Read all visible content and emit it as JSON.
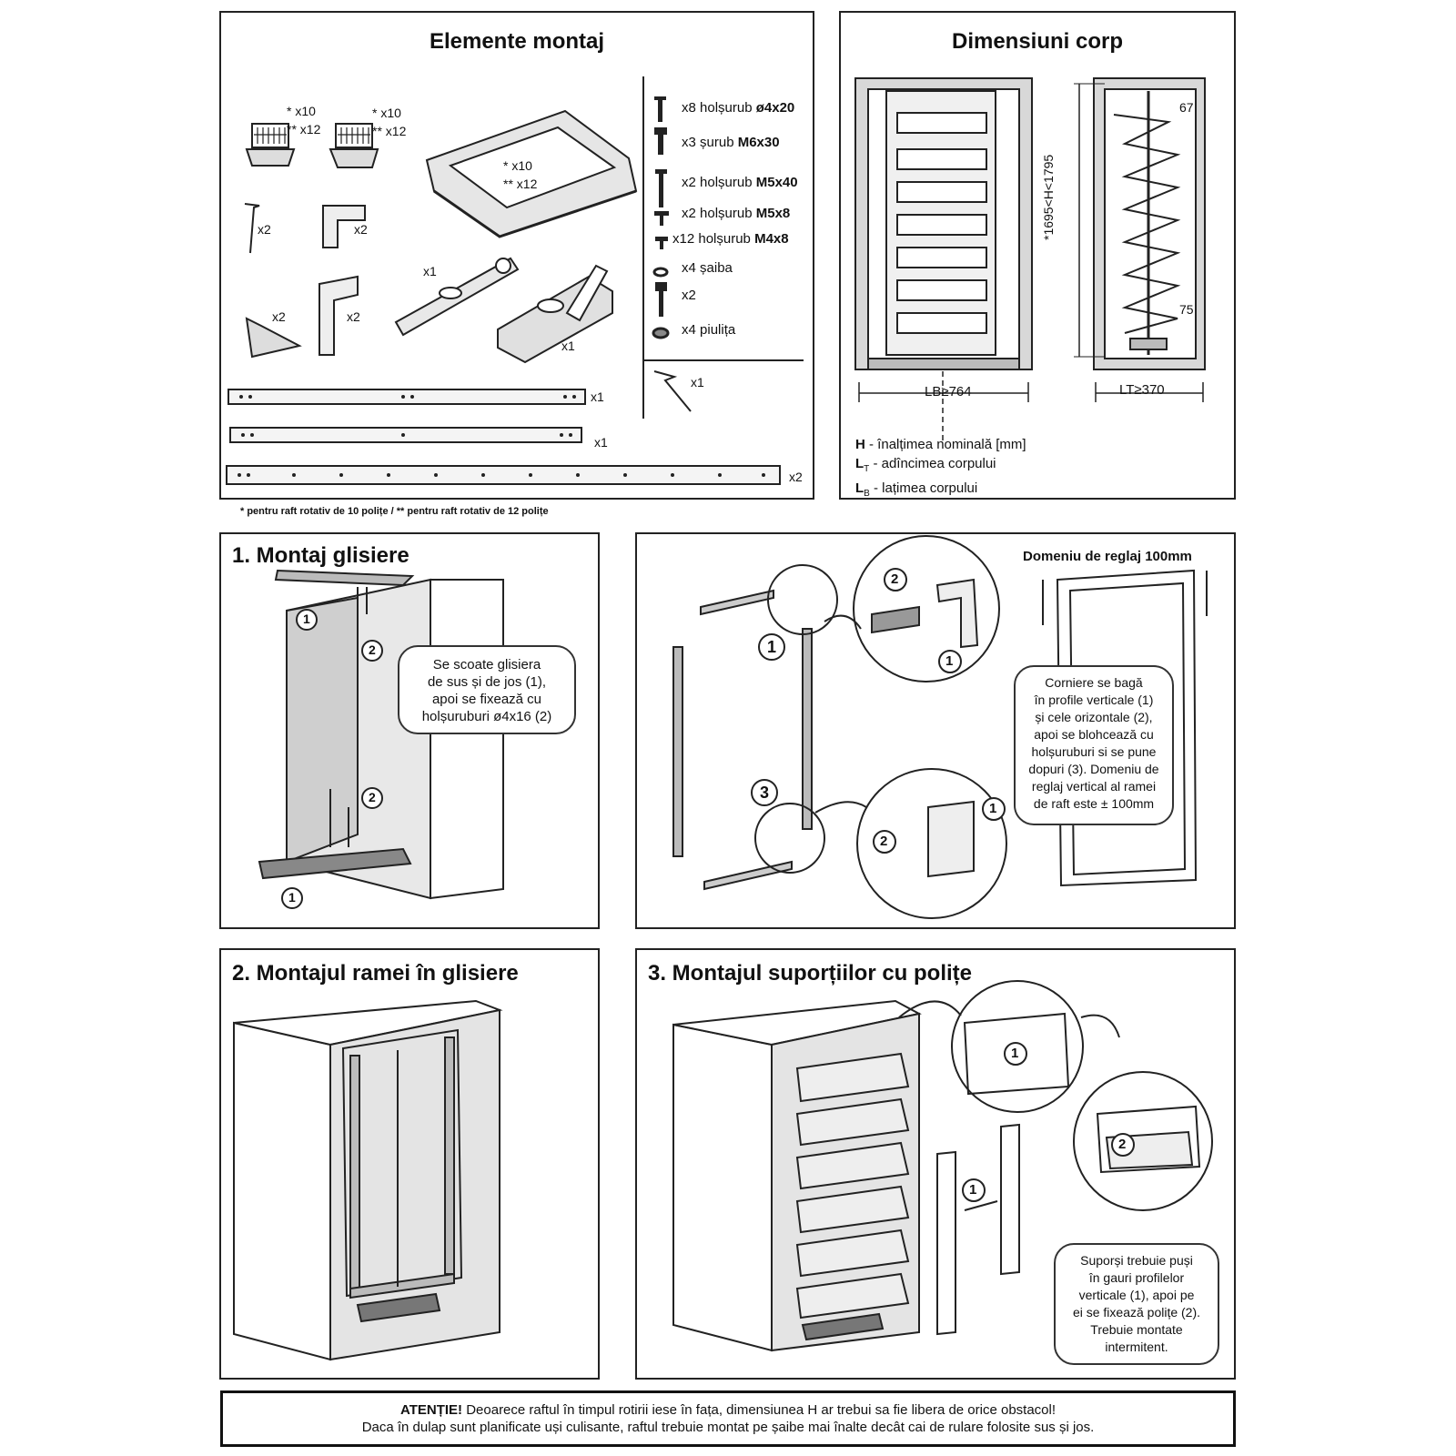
{
  "parts": {
    "title": "Elemente montaj",
    "qty_note_a": "* x10",
    "qty_note_b": "** x12",
    "x1": "x1",
    "x2": "x2",
    "hardware": [
      {
        "icon": "screw-icon",
        "qty": "x8",
        "text": "holșurub",
        "spec": "ø4x20"
      },
      {
        "icon": "screw-icon",
        "qty": "x3",
        "text": "șurub",
        "spec": "M6x30"
      },
      {
        "icon": "screw-icon",
        "qty": "x2",
        "text": "holșurub",
        "spec": "M5x40"
      },
      {
        "icon": "screw-icon",
        "qty": "x2",
        "text": "holșurub",
        "spec": "M5x8"
      },
      {
        "icon": "screw-icon",
        "qty": "x12",
        "text": "holșurub",
        "spec": "M4x8"
      },
      {
        "icon": "washer-icon",
        "qty": "x4",
        "text": "șaiba",
        "spec": ""
      },
      {
        "icon": "pin-icon",
        "qty": "x2",
        "text": "",
        "spec": ""
      },
      {
        "icon": "nut-icon",
        "qty": "x4",
        "text": "piulița",
        "spec": ""
      }
    ],
    "footnote": "* pentru raft rotativ de 10 polițe / ** pentru raft rotativ de 12 polițe"
  },
  "dimensions": {
    "title": "Dimensiuni corp",
    "dim_67": "67",
    "dim_75": "75",
    "height_range": "*1695<H<1795",
    "lb_label": "LB≥764",
    "lt_label": "LT≥370",
    "legend": [
      {
        "sym": "H",
        "sub": "",
        "desc": "- înalțimea nominală [mm]"
      },
      {
        "sym": "L",
        "sub": "T",
        "desc": "- adîncimea corpului"
      },
      {
        "sym": "L",
        "sub": "B",
        "desc": "- lațimea corpului"
      }
    ]
  },
  "step1": {
    "title": "1. Montaj glisiere",
    "callout": [
      "Se scoate glisiera",
      "de sus și de jos (1),",
      "apoi se fixează cu",
      "holșuruburi ø4x16 (2)"
    ],
    "marker_1": "1",
    "marker_2": "2"
  },
  "frame": {
    "adjust_label": "Domeniu de reglaj 100mm",
    "callout": [
      "Corniere se bagă",
      "în profile verticale (1)",
      "și cele orizontale (2),",
      "apoi se blohcează cu",
      "holșuruburi si se pune",
      "dopuri (3). Domeniu de",
      "reglaj vertical al ramei",
      "de raft este ± 100mm"
    ],
    "marker_1": "1",
    "marker_2": "2",
    "marker_3": "3"
  },
  "step2": {
    "title": "2. Montajul ramei în glisiere"
  },
  "step3": {
    "title": "3. Montajul suporțiilor cu polițe",
    "callout": [
      "Suporși trebuie puși",
      "în gauri profilelor",
      "verticale (1), apoi pe",
      "ei se fixează polițe (2).",
      "Trebuie montate",
      "intermitent."
    ],
    "marker_1": "1",
    "marker_2": "2"
  },
  "warning": {
    "line1_bold": "ATENȚIE!",
    "line1": "Deoarece raftul în timpul rotirii iese în fața, dimensiunea H ar trebui sa fie libera de orice obstacol!",
    "line2": "Daca în dulap sunt planificate uși culisante, raftul trebuie montat pe șaibe mai înalte decât cai de rulare folosite sus și jos."
  }
}
